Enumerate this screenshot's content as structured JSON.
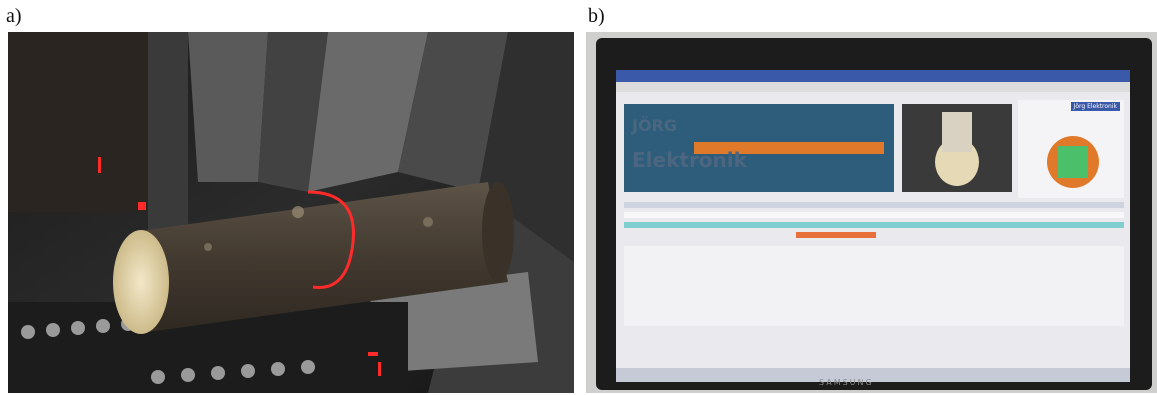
{
  "panels": {
    "a": {
      "label": "a)"
    },
    "b": {
      "label": "b)"
    }
  },
  "screen": {
    "logo_line1": "JÖRG",
    "logo_line2": "Elektronik",
    "header_badge": "Jörg Elektronik"
  },
  "monitor": {
    "brand": "SAMSUNG"
  },
  "colors": {
    "laser": "#ff2a2a",
    "log_bark": "#4a4036",
    "log_cut": "#e6d9b6",
    "screen_bg": "#e9e9ee",
    "scan_bg": "#2d5d7a",
    "log_profile": "#e07a2a",
    "highlight_orange": "#e8703a",
    "highlight_teal": "#7fcfd0"
  }
}
